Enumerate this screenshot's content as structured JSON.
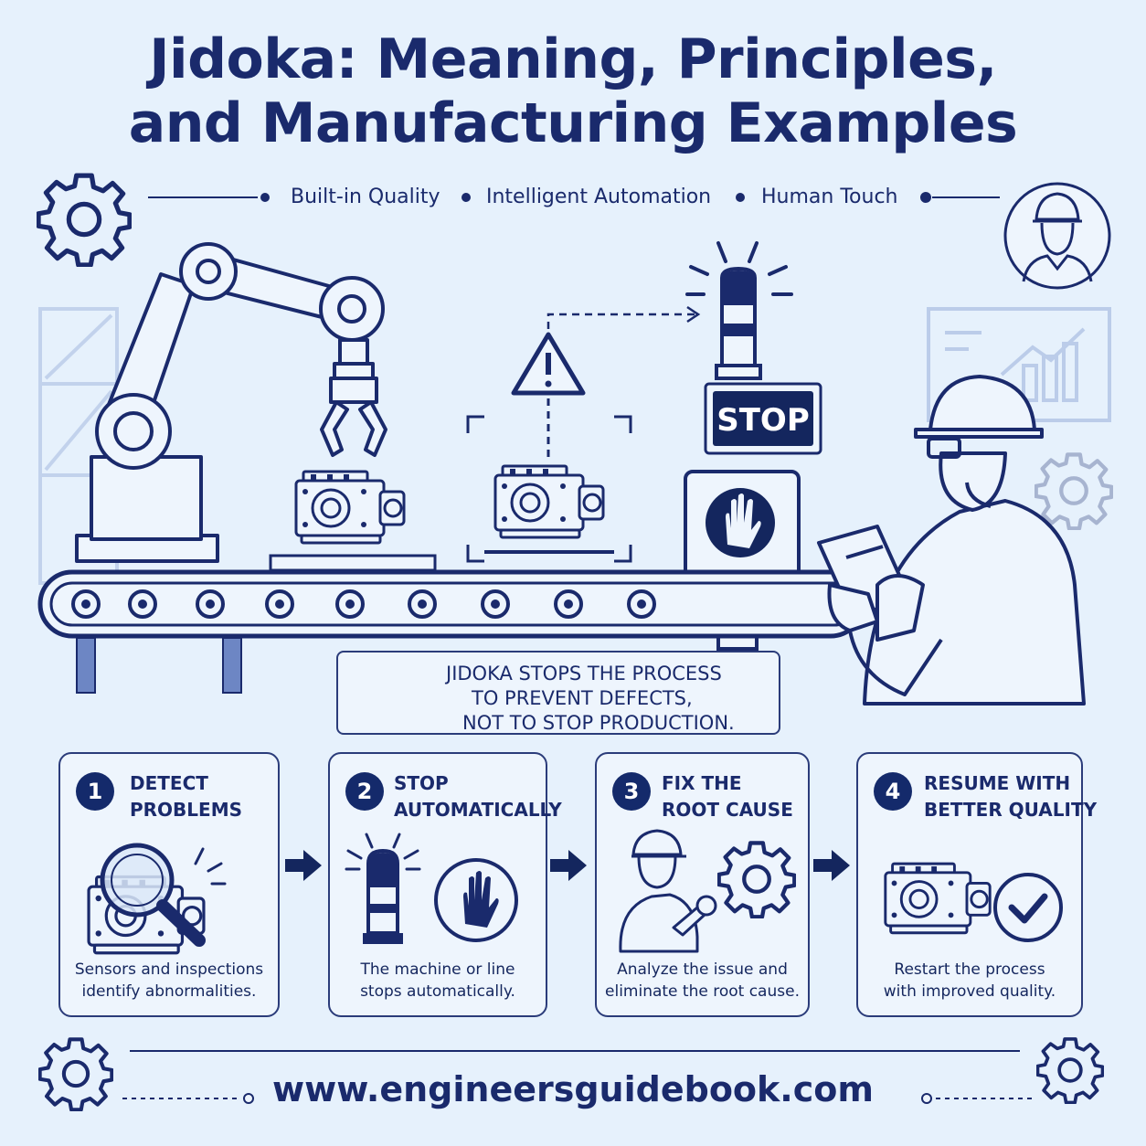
{
  "title": {
    "line1": "Jidoka: Meaning, Principles,",
    "line2": "and Manufacturing Examples"
  },
  "taglines": [
    "Built-in Quality",
    "Intelligent Automation",
    "Human Touch"
  ],
  "stop_sign": "STOP",
  "callout": {
    "line1": "JIDOKA STOPS THE PROCESS",
    "line2": "TO PREVENT DEFECTS,",
    "line3": "NOT TO STOP PRODUCTION."
  },
  "steps": [
    {
      "number": "1",
      "title_line1": "DETECT",
      "title_line2": "PROBLEMS",
      "desc_line1": "Sensors and inspections",
      "desc_line2": "identify abnormalities."
    },
    {
      "number": "2",
      "title_line1": "STOP",
      "title_line2": "AUTOMATICALLY",
      "desc_line1": "The machine or line",
      "desc_line2": "stops automatically."
    },
    {
      "number": "3",
      "title_line1": "FIX THE",
      "title_line2": "ROOT CAUSE",
      "desc_line1": "Analyze the issue and",
      "desc_line2": "eliminate the root cause."
    },
    {
      "number": "4",
      "title_line1": "RESUME WITH",
      "title_line2": "BETTER QUALITY",
      "desc_line1": "Restart the process",
      "desc_line2": "with improved quality."
    }
  ],
  "footer": "www.engineersguidebook.com",
  "colors": {
    "background": "#e6f1fc",
    "navy": "#1a2a6c",
    "accent": "#142a6b"
  }
}
